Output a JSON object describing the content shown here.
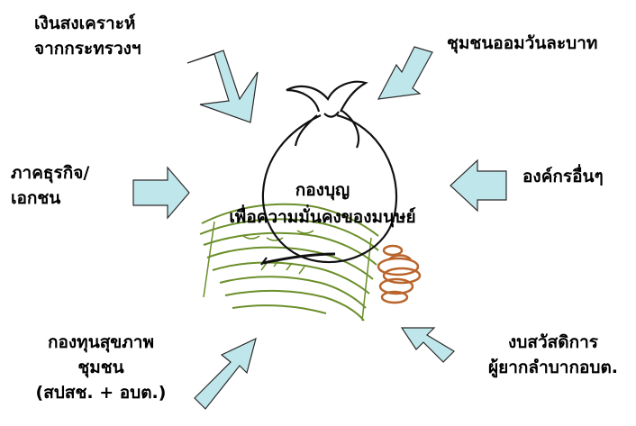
{
  "center": {
    "line1": "กองบุญ",
    "line2": "เพื่อความมั่นคงของมนุษย์"
  },
  "sources": [
    {
      "id": "top-left",
      "lines": [
        "เงินสงเคราะห์",
        "จากกระทรวงฯ"
      ]
    },
    {
      "id": "top-right",
      "lines": [
        "ชุมชนออมวันละบาท"
      ]
    },
    {
      "id": "mid-left",
      "lines": [
        "ภาคธุรกิจ/",
        "เอกชน"
      ]
    },
    {
      "id": "mid-right",
      "lines": [
        "องค์กรอื่นๆ"
      ]
    },
    {
      "id": "bottom-left",
      "lines": [
        "กองทุนสุขภาพ",
        "ชุมชน",
        "(สปสช. + อบต.)"
      ]
    },
    {
      "id": "bottom-right",
      "lines": [
        "งบสวัสดิการ",
        "ผู้ยากลำบากอบต."
      ]
    }
  ],
  "colors": {
    "arrow_fill": "#bfe6ea",
    "arrow_stroke": "#2b2b2b",
    "money_green": "#6b8f2a",
    "coin_orange": "#b9652b",
    "bag_line": "#111111"
  }
}
